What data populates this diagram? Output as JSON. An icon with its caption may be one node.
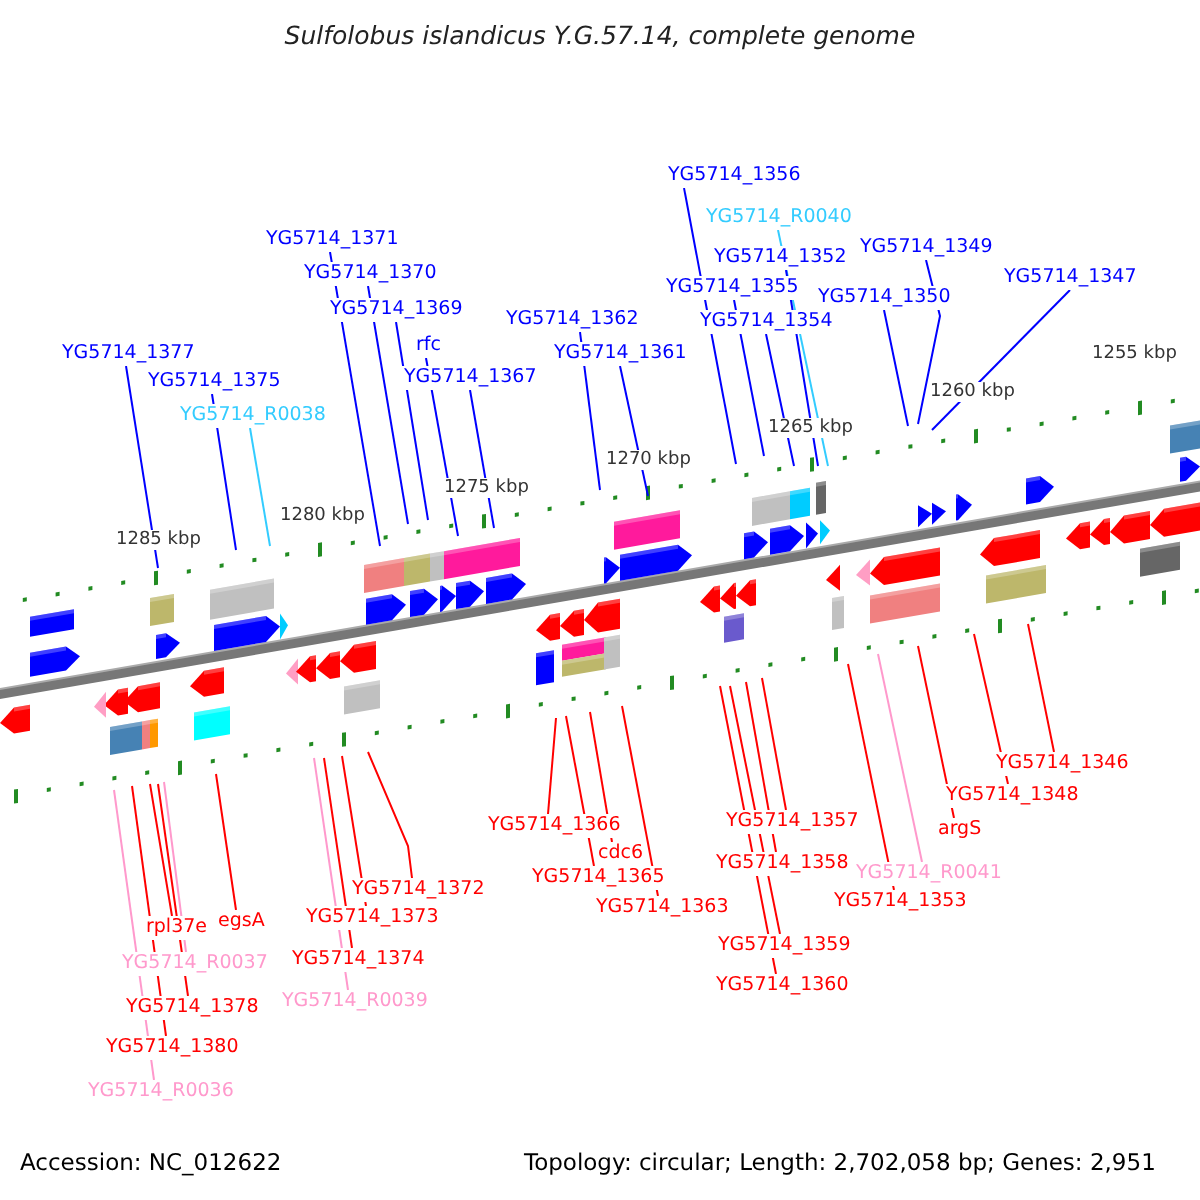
{
  "diagram": {
    "title": "Sulfolobus islandicus Y.G.57.14, complete genome",
    "nodes": [
      {
        "text": [
          "YG5714_1356"
        ]
      },
      {
        "text": [
          "YG5714_R0040"
        ]
      },
      {
        "text": [
          "YG5714_1371"
        ]
      },
      {
        "text": [
          "YG5714_1349"
        ]
      },
      {
        "text": [
          "YG5714_1352"
        ]
      },
      {
        "text": [
          "YG5714_1370"
        ]
      },
      {
        "text": [
          "YG5714_1347"
        ]
      },
      {
        "text": [
          "YG5714_1355"
        ]
      },
      {
        "text": [
          "YG5714_1350"
        ]
      },
      {
        "text": [
          "YG5714_1369"
        ]
      },
      {
        "text": [
          "YG5714_1362"
        ]
      },
      {
        "text": [
          "YG5714_1354"
        ]
      },
      {
        "text": [
          "rfc"
        ]
      },
      {
        "text": [
          "YG5714_1377"
        ]
      },
      {
        "text": [
          "YG5714_1361"
        ]
      },
      {
        "text": [
          "YG5714_1367"
        ]
      },
      {
        "text": [
          "YG5714_1375"
        ]
      },
      {
        "text": [
          "YG5714_R0038"
        ]
      },
      {
        "text": [
          "YG5714_1346"
        ]
      },
      {
        "text": [
          "YG5714_1348"
        ]
      },
      {
        "text": [
          "YG5714_1357"
        ]
      },
      {
        "text": [
          "YG5714_1366"
        ]
      },
      {
        "text": [
          "argS"
        ]
      },
      {
        "text": [
          "cdc6"
        ]
      },
      {
        "text": [
          "YG5714_1358"
        ]
      },
      {
        "text": [
          "YG5714_R0041"
        ]
      },
      {
        "text": [
          "YG5714_1365"
        ]
      },
      {
        "text": [
          "YG5714_1372"
        ]
      },
      {
        "text": [
          "YG5714_1353"
        ]
      },
      {
        "text": [
          "YG5714_1363"
        ]
      },
      {
        "text": [
          "YG5714_1373"
        ]
      },
      {
        "text": [
          "egsA"
        ]
      },
      {
        "text": [
          "rpl37e"
        ]
      },
      {
        "text": [
          "YG5714_1359"
        ]
      },
      {
        "text": [
          "YG5714_1374"
        ]
      },
      {
        "text": [
          "YG5714_R0037"
        ]
      },
      {
        "text": [
          "YG5714_1360"
        ]
      },
      {
        "text": [
          "YG5714_R0039"
        ]
      },
      {
        "text": [
          "YG5714_1378"
        ]
      },
      {
        "text": [
          "YG5714_1380"
        ]
      },
      {
        "text": [
          "YG5714_R0036"
        ]
      }
    ],
    "edges": [
      {
        "from": 0,
        "to": null,
        "arrow": "none",
        "color": "#0000ff"
      },
      {
        "from": 1,
        "to": null,
        "arrow": "none",
        "color": "#33ccff"
      },
      {
        "from": 2,
        "to": null,
        "arrow": "none",
        "color": "#0000ff"
      },
      {
        "from": 3,
        "to": null,
        "arrow": "none",
        "color": "#0000ff"
      },
      {
        "from": 4,
        "to": null,
        "arrow": "none",
        "color": "#0000ff"
      },
      {
        "from": 5,
        "to": null,
        "arrow": "none",
        "color": "#0000ff"
      },
      {
        "from": 6,
        "to": null,
        "arrow": "none",
        "color": "#0000ff"
      },
      {
        "from": 7,
        "to": null,
        "arrow": "none",
        "color": "#0000ff"
      },
      {
        "from": 8,
        "to": null,
        "arrow": "none",
        "color": "#0000ff"
      },
      {
        "from": 9,
        "to": null,
        "arrow": "none",
        "color": "#0000ff"
      },
      {
        "from": 10,
        "to": null,
        "arrow": "none",
        "color": "#0000ff"
      },
      {
        "from": 11,
        "to": null,
        "arrow": "none",
        "color": "#0000ff"
      },
      {
        "from": 12,
        "to": null,
        "arrow": "none",
        "color": "#0000ff"
      },
      {
        "from": 13,
        "to": null,
        "arrow": "none",
        "color": "#0000ff"
      },
      {
        "from": 14,
        "to": null,
        "arrow": "none",
        "color": "#0000ff"
      },
      {
        "from": 15,
        "to": null,
        "arrow": "none",
        "color": "#0000ff"
      },
      {
        "from": 16,
        "to": null,
        "arrow": "none",
        "color": "#0000ff"
      },
      {
        "from": 17,
        "to": null,
        "arrow": "none",
        "color": "#33ccff"
      },
      {
        "from": 18,
        "to": null,
        "arrow": "none",
        "color": "#ff0000"
      },
      {
        "from": 19,
        "to": null,
        "arrow": "none",
        "color": "#ff0000"
      },
      {
        "from": 20,
        "to": null,
        "arrow": "none",
        "color": "#ff0000"
      },
      {
        "from": 21,
        "to": null,
        "arrow": "none",
        "color": "#ff0000"
      },
      {
        "from": 22,
        "to": null,
        "arrow": "none",
        "color": "#ff0000"
      },
      {
        "from": 23,
        "to": null,
        "arrow": "none",
        "color": "#ff0000"
      },
      {
        "from": 24,
        "to": null,
        "arrow": "none",
        "color": "#ff0000"
      },
      {
        "from": 25,
        "to": null,
        "arrow": "none",
        "color": "#ff99cc"
      },
      {
        "from": 26,
        "to": null,
        "arrow": "none",
        "color": "#ff0000"
      },
      {
        "from": 27,
        "to": null,
        "arrow": "none",
        "color": "#ff0000"
      },
      {
        "from": 28,
        "to": null,
        "arrow": "none",
        "color": "#ff0000"
      },
      {
        "from": 29,
        "to": null,
        "arrow": "none",
        "color": "#ff0000"
      },
      {
        "from": 30,
        "to": null,
        "arrow": "none",
        "color": "#ff0000"
      },
      {
        "from": 31,
        "to": null,
        "arrow": "none",
        "color": "#ff0000"
      },
      {
        "from": 32,
        "to": null,
        "arrow": "none",
        "color": "#ff0000"
      },
      {
        "from": 33,
        "to": null,
        "arrow": "none",
        "color": "#ff0000"
      },
      {
        "from": 34,
        "to": null,
        "arrow": "none",
        "color": "#ff0000"
      },
      {
        "from": 35,
        "to": null,
        "arrow": "none",
        "color": "#ff99cc"
      },
      {
        "from": 36,
        "to": null,
        "arrow": "none",
        "color": "#ff0000"
      },
      {
        "from": 37,
        "to": null,
        "arrow": "none",
        "color": "#ff99cc"
      },
      {
        "from": 38,
        "to": null,
        "arrow": "none",
        "color": "#ff0000"
      },
      {
        "from": 39,
        "to": null,
        "arrow": "none",
        "color": "#ff0000"
      },
      {
        "from": 40,
        "to": null,
        "arrow": "none",
        "color": "#ff99cc"
      }
    ],
    "labels": [
      "1255 kbp",
      "1260 kbp",
      "1265 kbp",
      "1270 kbp",
      "1275 kbp",
      "1280 kbp",
      "1285 kbp",
      "Accession: NC_012622",
      "Topology: circular; Length: 2,702,058 bp; Genes: 2,951"
    ]
  }
}
